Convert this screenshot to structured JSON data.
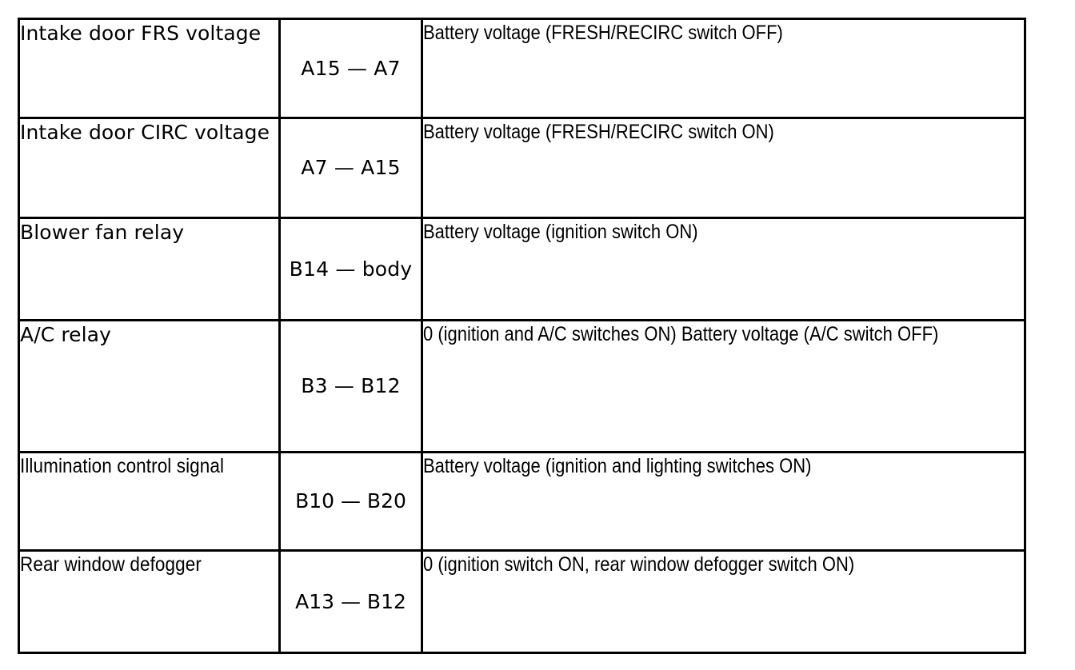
{
  "document": {
    "type": "specification-table",
    "border_color": "#000000",
    "background_color": "#ffffff",
    "text_color": "#000000"
  },
  "table": {
    "column_count": 3,
    "row_count": 6,
    "columns": [
      {
        "key": "item",
        "align": "left"
      },
      {
        "key": "terminals",
        "align": "center"
      },
      {
        "key": "condition",
        "align": "left"
      }
    ],
    "rows": [
      {
        "item": "Intake door FRS voltage",
        "terminals": "A15 — A7",
        "conditions": [
          "Battery voltage (FRESH/RECIRC switch OFF)"
        ]
      },
      {
        "item": "Intake door CIRC voltage",
        "terminals": "A7 — A15",
        "conditions": [
          "Battery voltage (FRESH/RECIRC switch ON)"
        ]
      },
      {
        "item": "Blower fan relay",
        "terminals": "B14 — body",
        "conditions": [
          "Battery voltage (ignition switch ON)"
        ]
      },
      {
        "item": "A/C relay",
        "terminals": "B3 — B12",
        "conditions": [
          "0 (ignition and A/C switches ON)",
          "Battery voltage (A/C switch OFF)"
        ]
      },
      {
        "item": "Illumination control signal",
        "terminals": "B10 — B20",
        "conditions": [
          "Battery voltage (ignition and lighting switches ON)"
        ]
      },
      {
        "item": "Rear window defogger",
        "terminals": "A13 — B12",
        "conditions": [
          "0 (ignition switch ON, rear window defogger switch ON)"
        ]
      }
    ]
  }
}
